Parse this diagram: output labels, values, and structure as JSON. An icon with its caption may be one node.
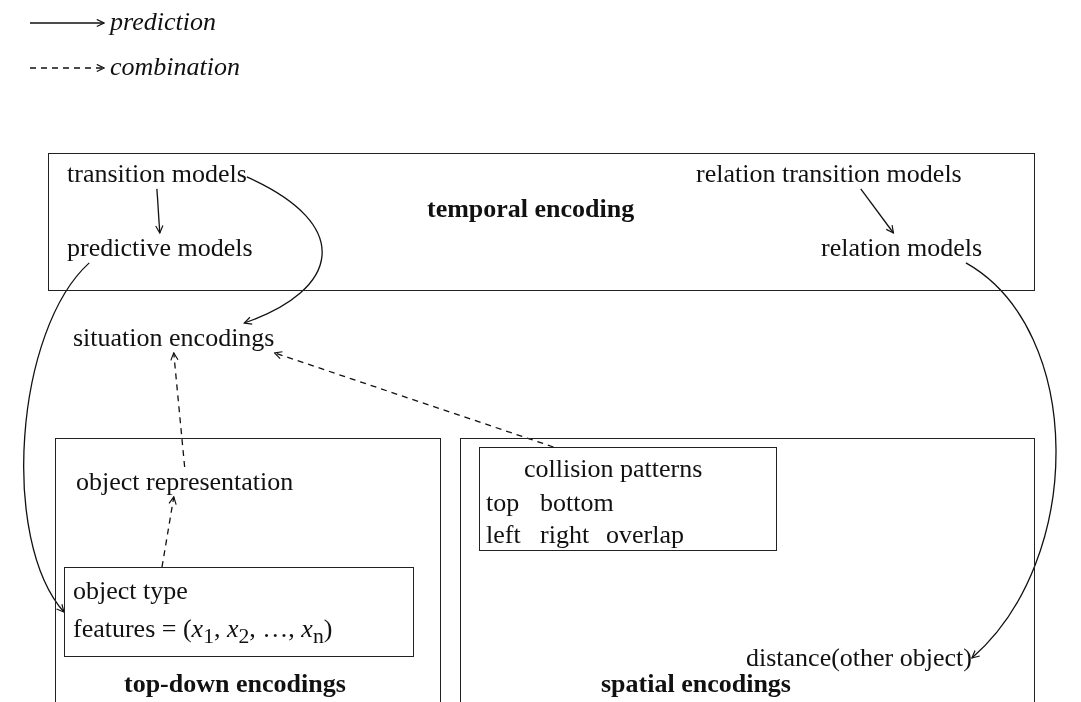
{
  "diagram": {
    "nodes": [
      {
        "text": [
          "temporal encoding"
        ]
      },
      {
        "text": [
          "transition models"
        ],
        "in": 0
      },
      {
        "text": [
          "predictive models"
        ],
        "in": 0
      },
      {
        "text": [
          "relation transition models"
        ],
        "in": 0
      },
      {
        "text": [
          "relation models"
        ],
        "in": 0
      },
      {
        "text": [
          "situation encodings"
        ]
      },
      {
        "text": [
          "top-down encodings"
        ]
      },
      {
        "text": [
          "object representation"
        ],
        "in": 6
      },
      {
        "text": [
          "object type",
          "features = (*x*$_{1}$, *x*$_{2}$, …, *x*$_{n}$)"
        ],
        "in": 6
      },
      {
        "text": [
          "spatial encodings"
        ]
      },
      {
        "text": [
          "collision patterns",
          "top",
          "bottom",
          "left",
          "right",
          "overlap"
        ],
        "in": 9
      },
      {
        "text": [
          "distance(other object)"
        ],
        "in": 9
      }
    ],
    "edges": [
      {
        "from": 1,
        "to": 2,
        "arrow": "to"
      },
      {
        "from": 1,
        "to": 5,
        "arrow": "to"
      },
      {
        "from": 3,
        "to": 4,
        "arrow": "to"
      },
      {
        "from": 2,
        "to": 8,
        "arrow": "to"
      },
      {
        "from": 4,
        "to": 11,
        "arrow": "to"
      },
      {
        "from": 7,
        "to": 5,
        "arrow": "to",
        "style": "dashed"
      },
      {
        "from": 8,
        "to": 7,
        "arrow": "to",
        "style": "dashed"
      },
      {
        "from": 10,
        "to": 5,
        "arrow": "to",
        "style": "dashed"
      }
    ],
    "legend": [
      {
        "text": "prediction"
      },
      {
        "text": "combination"
      }
    ]
  }
}
